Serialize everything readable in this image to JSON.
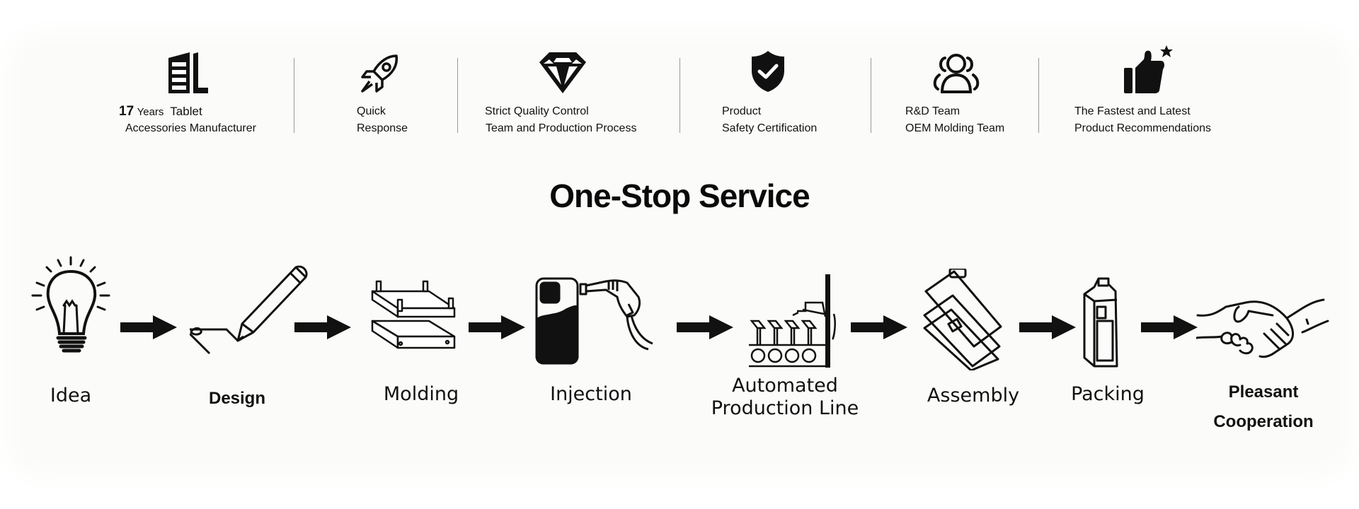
{
  "features": [
    {
      "icon": "building-icon",
      "number": "17",
      "years": "Years",
      "line1_rest": "Tablet",
      "line2": "Accessories Manufacturer"
    },
    {
      "icon": "rocket-icon",
      "line1": "Quick",
      "line2": "Response"
    },
    {
      "icon": "diamond-icon",
      "line1": "Strict Quality Control",
      "line2": "Team and Production Process"
    },
    {
      "icon": "shield-check-icon",
      "line1": "Product",
      "line2": "Safety Certification"
    },
    {
      "icon": "team-icon",
      "line1": "R&D Team",
      "line2": "OEM Molding Team"
    },
    {
      "icon": "thumbs-up-star-icon",
      "line1": "The Fastest and Latest",
      "line2": "Product Recommendations"
    }
  ],
  "title": "One-Stop Service",
  "steps": [
    {
      "icon": "lightbulb-icon",
      "label": "Idea"
    },
    {
      "icon": "pencil-icon",
      "label": "Design"
    },
    {
      "icon": "mold-icon",
      "label": "Molding"
    },
    {
      "icon": "injection-nozzle-icon",
      "label": "Injection"
    },
    {
      "icon": "production-line-icon",
      "label_line1": "Automated",
      "label_line2": "Production Line"
    },
    {
      "icon": "assembly-layers-icon",
      "label": "Assembly"
    },
    {
      "icon": "package-box-icon",
      "label": "Packing"
    },
    {
      "icon": "handshake-icon",
      "label_line1": "Pleasant",
      "label_line2": "Cooperation"
    }
  ]
}
